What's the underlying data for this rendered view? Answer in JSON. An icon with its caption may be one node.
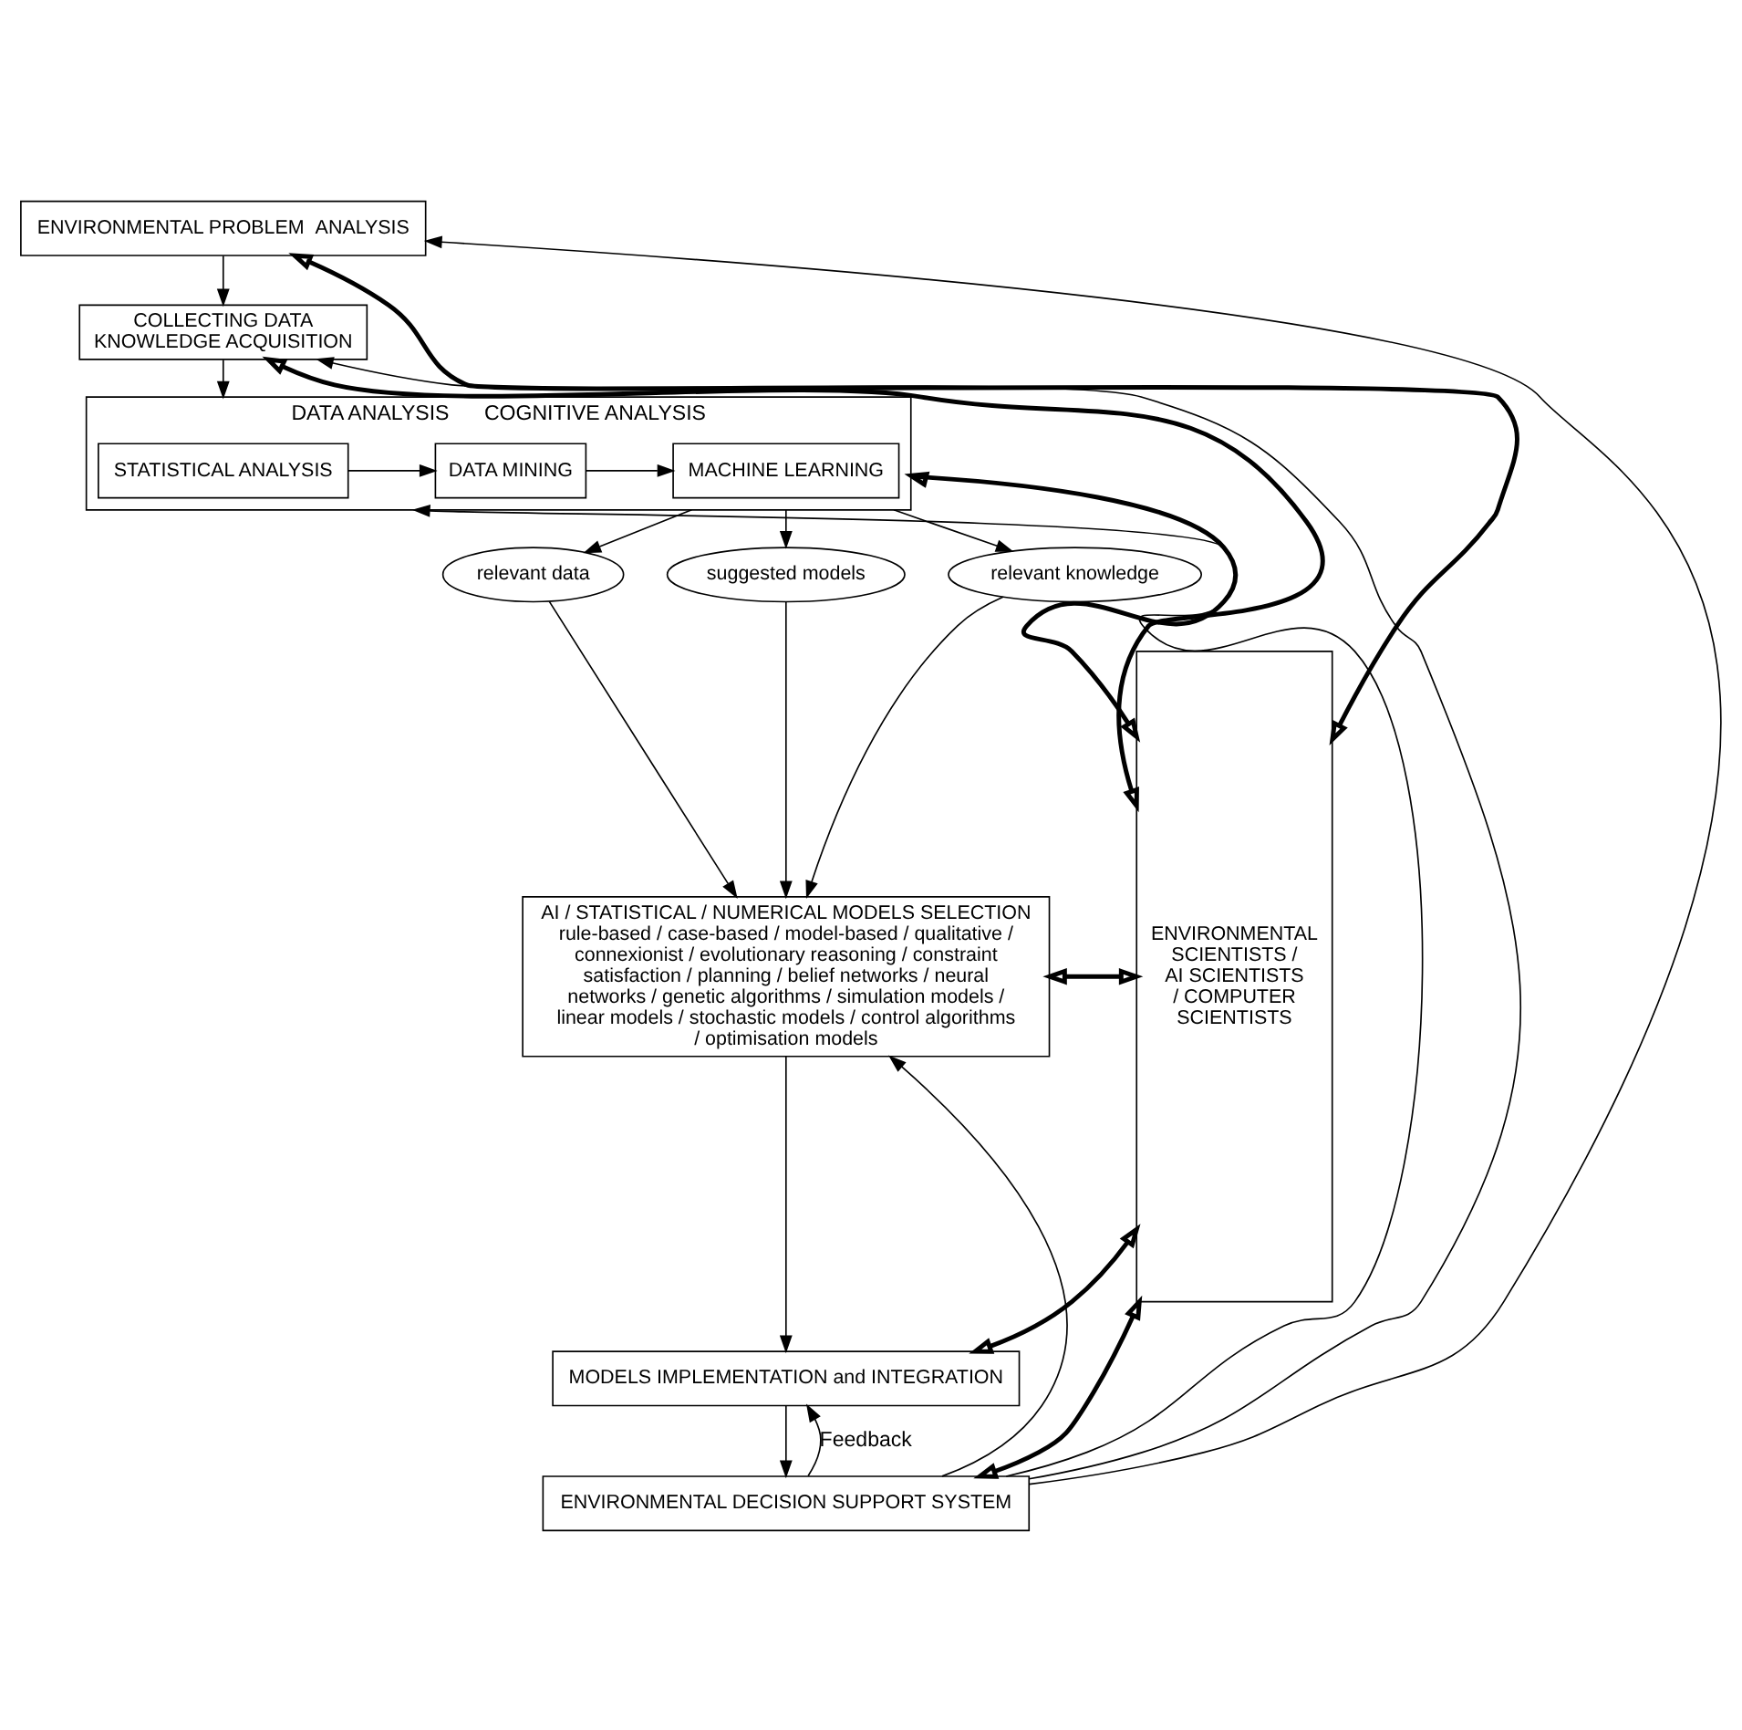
{
  "diagram": {
    "nodes": [
      {
        "text": [
          "ENVIRONMENTAL PROBLEM  ANALYSIS"
        ]
      },
      {
        "text": [
          "COLLECTING DATA",
          "KNOWLEDGE ACQUISITION"
        ]
      },
      {
        "text": [
          "DATA ANALYSIS",
          "COGNITIVE ANALYSIS"
        ]
      },
      {
        "text": [
          "STATISTICAL ANALYSIS"
        ],
        "in": 2
      },
      {
        "text": [
          "DATA MINING"
        ],
        "in": 2
      },
      {
        "text": [
          "MACHINE LEARNING"
        ],
        "in": 2
      },
      {
        "text": [
          "relevant data"
        ]
      },
      {
        "text": [
          "suggested models"
        ]
      },
      {
        "text": [
          "relevant knowledge"
        ]
      },
      {
        "text": [
          "AI / STATISTICAL / NUMERICAL MODELS SELECTION",
          "rule-based / case-based / model-based / qualitative / connexionist / evolutionary reasoning / constraint satisfaction / planning / belief networks / neural networks / genetic algorithms / simulation models / linear models / stochastic models / control algorithms / optimisation models"
        ]
      },
      {
        "text": [
          "MODELS IMPLEMENTATION and INTEGRATION"
        ]
      },
      {
        "text": [
          "ENVIRONMENTAL DECISION SUPPORT SYSTEM"
        ]
      },
      {
        "text": [
          "ENVIRONMENTAL SCIENTISTS / AI SCIENTISTS / COMPUTER SCIENTISTS"
        ]
      }
    ],
    "edges": [
      {
        "from": 0,
        "to": 1,
        "arrow": "to"
      },
      {
        "from": 1,
        "to": 2,
        "arrow": "to"
      },
      {
        "from": 3,
        "to": 4,
        "arrow": "to"
      },
      {
        "from": 4,
        "to": 5,
        "arrow": "to"
      },
      {
        "from": 2,
        "to": 6,
        "arrow": "to"
      },
      {
        "from": 2,
        "to": 7,
        "arrow": "to"
      },
      {
        "from": 2,
        "to": 8,
        "arrow": "to"
      },
      {
        "from": 6,
        "to": 9,
        "arrow": "to"
      },
      {
        "from": 7,
        "to": 9,
        "arrow": "to"
      },
      {
        "from": 8,
        "to": 9,
        "arrow": "to"
      },
      {
        "from": 9,
        "to": 10,
        "arrow": "to"
      },
      {
        "from": 10,
        "to": 11,
        "arrow": "to"
      },
      {
        "from": 11,
        "to": 0,
        "arrow": "to"
      },
      {
        "from": 11,
        "to": 1,
        "arrow": "to"
      },
      {
        "from": 11,
        "to": 2,
        "arrow": "to"
      },
      {
        "from": 11,
        "to": 9,
        "arrow": "to"
      },
      {
        "from": 11,
        "to": 10,
        "arrow": "to",
        "label": "Feedback"
      },
      {
        "from": 0,
        "to": 12,
        "arrow": "both",
        "style": "thick"
      },
      {
        "from": 1,
        "to": 12,
        "arrow": "both",
        "style": "thick"
      },
      {
        "from": 2,
        "to": 12,
        "arrow": "both",
        "style": "thick"
      },
      {
        "from": 9,
        "to": 12,
        "arrow": "both",
        "style": "thick"
      },
      {
        "from": 10,
        "to": 12,
        "arrow": "both",
        "style": "thick"
      },
      {
        "from": 11,
        "to": 12,
        "arrow": "both",
        "style": "thick"
      }
    ]
  }
}
